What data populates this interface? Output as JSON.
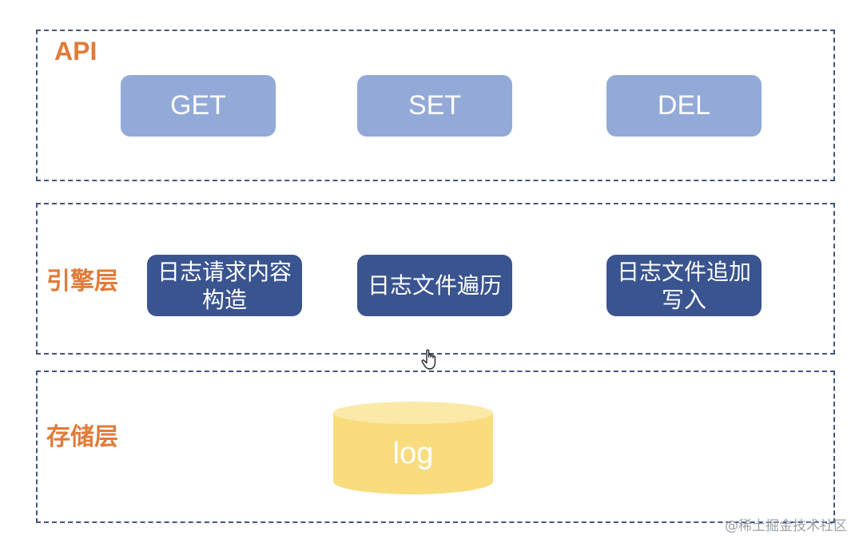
{
  "api_layer": {
    "title": "API",
    "buttons": [
      "GET",
      "SET",
      "DEL"
    ]
  },
  "engine_layer": {
    "title": "引擎层",
    "boxes": [
      "日志请求内容构造",
      "日志文件遍历",
      "日志文件追加写入"
    ]
  },
  "storage_layer": {
    "title": "存储层",
    "storage_label": "log"
  },
  "watermark": "@稀土掘金技术社区",
  "colors": {
    "layer_border": "#3f5680",
    "title": "#e07b39",
    "api_button": "#93a9d8",
    "engine_box": "#3a5490",
    "cylinder_body": "#f8dc7e",
    "cylinder_top": "#fbe9a8"
  }
}
